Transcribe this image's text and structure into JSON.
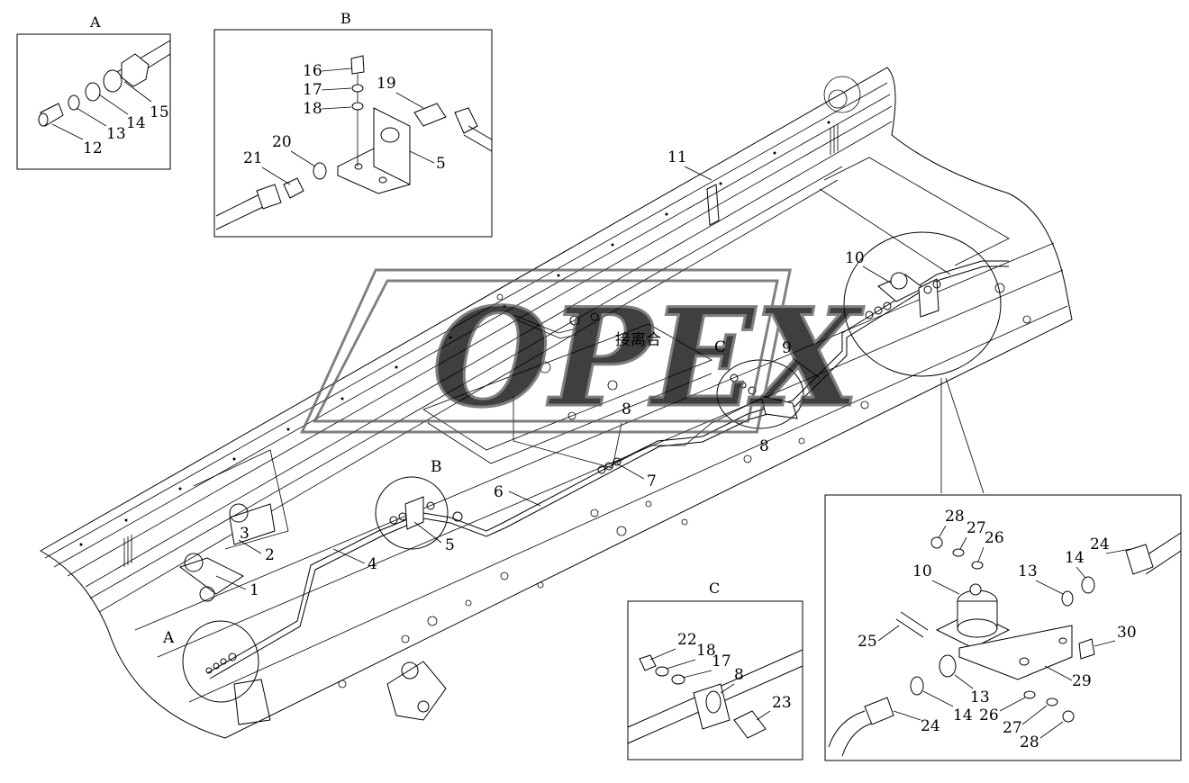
{
  "diagram": {
    "main_text": "接离合",
    "watermark": "OPEX",
    "main_callouts": {
      "c1": "1",
      "c2": "2",
      "c3": "3",
      "c4": "4",
      "c5": "5",
      "c6": "6",
      "c7": "7",
      "c8a": "8",
      "c8b": "8",
      "c9": "9",
      "c10": "10",
      "c11": "11",
      "letter_a": "A",
      "letter_b": "B",
      "letter_c": "C"
    },
    "inset_a": {
      "title": "A",
      "labels": {
        "l12": "12",
        "l13": "13",
        "l14": "14",
        "l15": "15"
      }
    },
    "inset_b": {
      "title": "B",
      "labels": {
        "l16": "16",
        "l17": "17",
        "l18": "18",
        "l19": "19",
        "l20": "20",
        "l21": "21",
        "l5": "5"
      }
    },
    "inset_c": {
      "title": "C",
      "labels": {
        "l22": "22",
        "l18": "18",
        "l17": "17",
        "l8": "8",
        "l23": "23"
      }
    },
    "inset_d": {
      "labels": {
        "l28a": "28",
        "l27a": "27",
        "l26a": "26",
        "l24a": "24",
        "l10": "10",
        "l13a": "13",
        "l14a": "14",
        "l25": "25",
        "l30": "30",
        "l29": "29",
        "l24b": "24",
        "l14b": "14",
        "l13b": "13",
        "l26b": "26",
        "l27b": "27",
        "l28b": "28"
      }
    }
  }
}
